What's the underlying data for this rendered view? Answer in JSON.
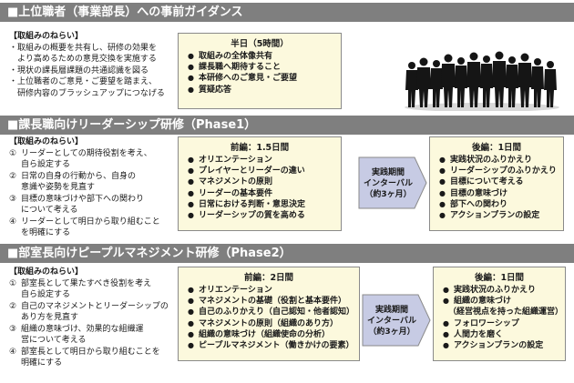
{
  "s1": {
    "title": "■上位職者（事業部長）への事前ガイダンス",
    "aim_title": "【取組みのねらい】",
    "aim": [
      "・取組みの概要を共有し、研修の効果を",
      "より高めるための意見交換を実施する",
      "・現状の課長層課題の共通認識を図る",
      "・上位職者のご意見・ご要望を踏まえ、",
      "研修内容のブラッシュアップにつなげる"
    ],
    "box_title": "半日（5時間）",
    "box_items": [
      "取組みの全体像共有",
      "課長職へ期待すること",
      "本研修へのご意見・ご要望",
      "質疑応答"
    ]
  },
  "s2": {
    "title": "■課長職向けリーダーシップ研修（Phase1）",
    "aim_title": "【取組みのねらい】",
    "aim": [
      {
        "num": "①",
        "lines": [
          "リーダーとしての期待役割を考え、",
          "自ら設定する"
        ]
      },
      {
        "num": "②",
        "lines": [
          "日常の自身の行動から、自身の",
          "意識や姿勢を見直す"
        ]
      },
      {
        "num": "③",
        "lines": [
          "目標の意味づけや部下への関わり",
          "について考える"
        ]
      },
      {
        "num": "④",
        "lines": [
          "リーダーとして明日から取り組むこと",
          "を明確にする"
        ]
      }
    ],
    "box1_title": "前編：1.5日間",
    "box1_items": [
      "オリエンテーション",
      "プレイヤーとリーダーの違い",
      "マネジメントの原則",
      "リーダーの基本要件",
      "日常における判断・意思決定",
      "リーダーシップの質を高める"
    ],
    "arrow_lines": [
      "実践期間",
      "インターバル",
      "（約3ヶ月）"
    ],
    "box2_title": "後編：1日間",
    "box2_items": [
      "実践状況のふりかえり",
      "リーダーシップのふりかえり",
      "目標について考える",
      "目標の意味づけ",
      "部下への関わり",
      "アクションプランの設定"
    ]
  },
  "s3": {
    "title": "■部室長向けピープルマネジメント研修（Phase2）",
    "aim_title": "【取組みのねらい】",
    "aim": [
      {
        "num": "①",
        "lines": [
          "部室長として果たすべき役割を考え",
          "自ら設定する"
        ]
      },
      {
        "num": "②",
        "lines": [
          "自己のマネジメントとリーダーシップの",
          "あり方を見直す"
        ]
      },
      {
        "num": "③",
        "lines": [
          "組織の意味づけ、効果的な組織運",
          "営について考える"
        ]
      },
      {
        "num": "④",
        "lines": [
          "部室長として明日から取り組むことを",
          "明確にする"
        ]
      }
    ],
    "box1_title": "前編：2日間",
    "box1_items": [
      "オリエンテーション",
      "マネジメントの基礎（役割と基本要件）",
      "自己のふりかえり（自己認知・他者認知）",
      "マネジメントの原則（組織のあり方）",
      "組織の意味づけ（組織使命の分析）",
      "ピープルマネジメント（働きかけの要素）"
    ],
    "arrow_lines": [
      "実践期間",
      "インターバル",
      "（約3ヶ月）"
    ],
    "box2_title": "後編：1日間",
    "box2_items": [
      "実践状況のふりかえり",
      "組織の意味づけ",
      "（経営視点を持った組織運営）",
      "フォロワーシップ",
      "人間力を磨く",
      "アクションプランの設定"
    ]
  },
  "colors": {
    "header_bg": "#7f7f7f",
    "box_bg": "#fcf9dd",
    "arrow_fill": "#c7cbe4"
  }
}
